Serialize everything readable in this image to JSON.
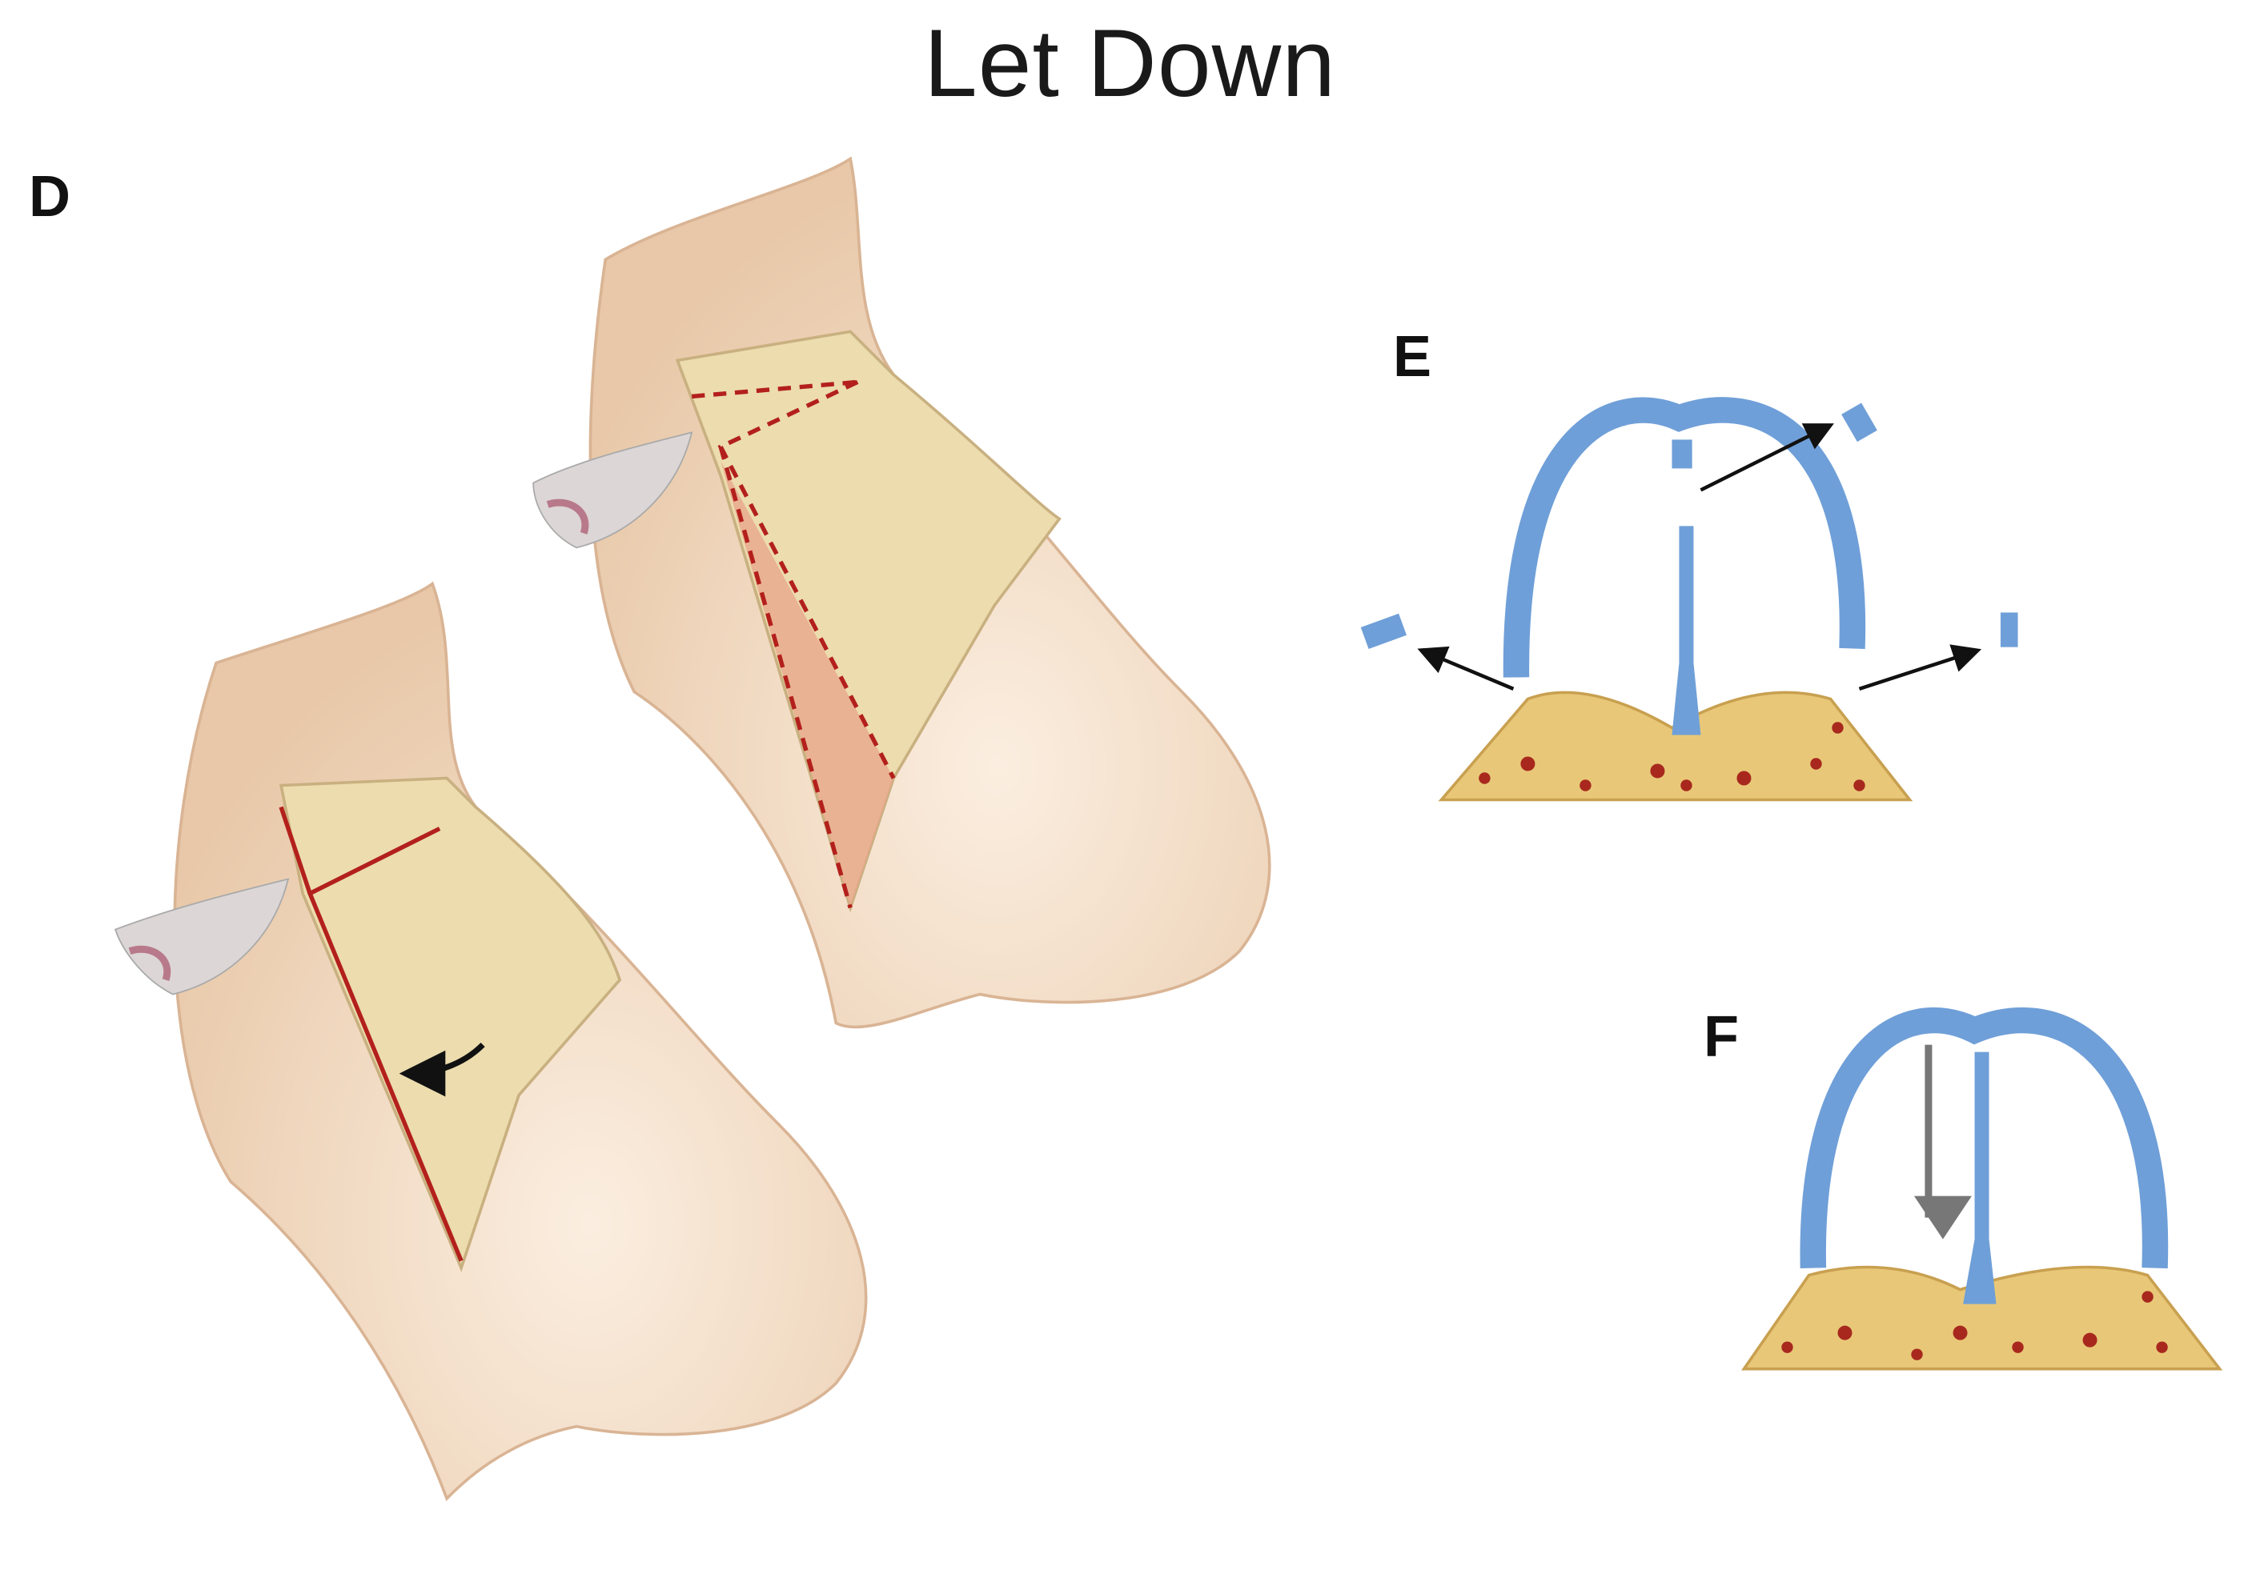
{
  "figure": {
    "title": "Let Down",
    "panels": [
      {
        "label": "D"
      },
      {
        "label": "E"
      },
      {
        "label": "F"
      }
    ]
  },
  "colors": {
    "skin": "#f0d8bc",
    "bone": "#ecdcae",
    "incision": "#b3201c",
    "cartilage_blue": "#6f9fd8",
    "base_yellow": "#e8c878",
    "marrow_red": "#a8281e"
  }
}
